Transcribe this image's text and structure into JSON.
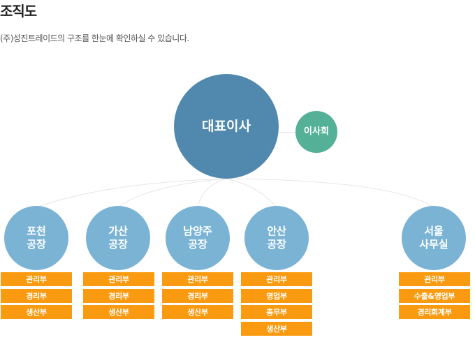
{
  "header": {
    "title": "조직도",
    "description": "(주)성진트레이드의 구조를 한눈에 확인하실 수 있습니다."
  },
  "colors": {
    "ceo": "#5089ad",
    "board": "#54b096",
    "branch": "#7ab3d4",
    "department": "#fa9a10",
    "connector": "#dddddd"
  },
  "org": {
    "ceo": "대표이사",
    "board": "이사회",
    "branches": [
      {
        "name": "포천\n공장",
        "departments": [
          "관리부",
          "경리부",
          "생산부"
        ]
      },
      {
        "name": "가산\n공장",
        "departments": [
          "관리부",
          "경리부",
          "생산부"
        ]
      },
      {
        "name": "남양주\n공장",
        "departments": [
          "관리부",
          "경리부",
          "생산부"
        ]
      },
      {
        "name": "안산\n공장",
        "departments": [
          "관리부",
          "영업부",
          "총무부",
          "생산부"
        ]
      },
      {
        "name": "서울\n사무실",
        "departments": [
          "관리부",
          "수출&영업부",
          "경리회계부"
        ]
      }
    ]
  }
}
